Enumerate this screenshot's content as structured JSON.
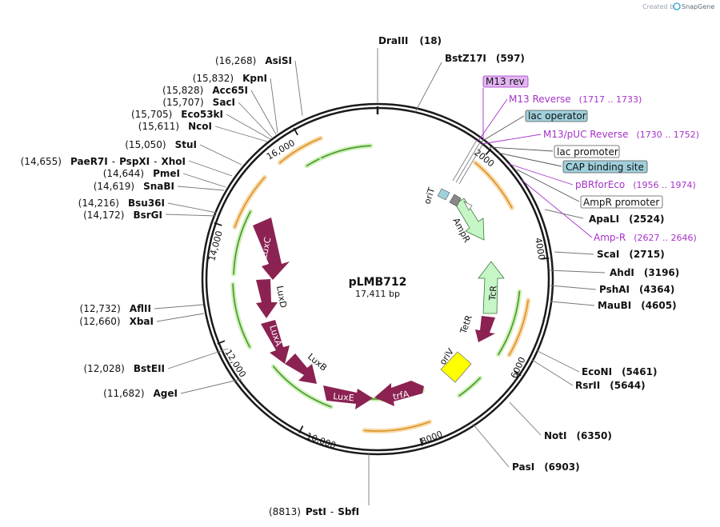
{
  "credit": {
    "prefix": "Created by",
    "brand": "SnapGene"
  },
  "plasmid": {
    "name": "pLMB712",
    "size": "17,411 bp"
  },
  "ticks": [
    "2000",
    "4000",
    "6000",
    "8000",
    "10,000",
    "12,000",
    "14,000",
    "16,000"
  ],
  "sites": {
    "draiii": {
      "name": "DraIII",
      "pos": "(18)"
    },
    "bstz17i": {
      "name": "BstZ17I",
      "pos": "(597)"
    },
    "apali": {
      "name": "ApaLI",
      "pos": "(2524)"
    },
    "scai": {
      "name": "ScaI",
      "pos": "(2715)"
    },
    "ahdi": {
      "name": "AhdI",
      "pos": "(3196)"
    },
    "pshai": {
      "name": "PshAI",
      "pos": "(4364)"
    },
    "maubi": {
      "name": "MauBI",
      "pos": "(4605)"
    },
    "econi": {
      "name": "EcoNI",
      "pos": "(5461)"
    },
    "rsrii": {
      "name": "RsrII",
      "pos": "(5644)"
    },
    "noti": {
      "name": "NotI",
      "pos": "(6350)"
    },
    "pasi": {
      "name": "PasI",
      "pos": "(6903)"
    },
    "psti": {
      "pos": "(8813)",
      "name": "PstI",
      "sep": "-",
      "name2": "SbfI"
    },
    "agei": {
      "pos": "(11,682)",
      "name": "AgeI"
    },
    "bsteii": {
      "pos": "(12,028)",
      "name": "BstEII"
    },
    "xbai": {
      "pos": "(12,660)",
      "name": "XbaI"
    },
    "aflii": {
      "pos": "(12,732)",
      "name": "AflII"
    },
    "bsrgi": {
      "pos": "(14,172)",
      "name": "BsrGI"
    },
    "bsu36i": {
      "pos": "(14,216)",
      "name": "Bsu36I"
    },
    "snabi": {
      "pos": "(14,619)",
      "name": "SnaBI"
    },
    "pmei": {
      "pos": "(14,644)",
      "name": "PmeI"
    },
    "paer7i": {
      "pos": "(14,655)",
      "name": "PaeR7I",
      "sep1": "-",
      "name2": "PspXI",
      "sep2": "-",
      "name3": "XhoI"
    },
    "stui": {
      "pos": "(15,050)",
      "name": "StuI"
    },
    "ncoi": {
      "pos": "(15,611)",
      "name": "NcoI"
    },
    "eco53ki": {
      "pos": "(15,705)",
      "name": "Eco53kI"
    },
    "saci": {
      "pos": "(15,707)",
      "name": "SacI"
    },
    "acc65i": {
      "pos": "(15,828)",
      "name": "Acc65I"
    },
    "kpni": {
      "pos": "(15,832)",
      "name": "KpnI"
    },
    "asisi": {
      "pos": "(16,268)",
      "name": "AsiSI"
    }
  },
  "features": {
    "m13rev_box": "M13 rev",
    "m13_reverse": {
      "name": "M13 Reverse",
      "range": "(1717 .. 1733)"
    },
    "lac_operator": "lac operator",
    "m13puc_reverse": {
      "name": "M13/pUC Reverse",
      "range": "(1730 .. 1752)"
    },
    "lac_promoter": "lac promoter",
    "cap_site": "CAP binding site",
    "pbrforeco": {
      "name": "pBRforEco",
      "range": "(1956 .. 1974)"
    },
    "ampr_promoter": "AmpR promoter",
    "amp_r": {
      "name": "Amp-R",
      "range": "(2627 .. 2646)"
    }
  },
  "genes": {
    "ampr": "AmpR",
    "orit": "oriT",
    "tcr": "TcR",
    "tetr": "TetR",
    "oriv": "oriV",
    "trfa": "trfA",
    "luxe": "LuxE",
    "luxb": "LuxB",
    "luxa": "LuxA",
    "luxd": "LuxD",
    "luxc": "LuxC"
  },
  "colors": {
    "backbone": "#1a1a1a",
    "gene_arrow": "#8b2252",
    "ampr_fill": "#c6f5c6",
    "oriv_fill": "#ffff00",
    "primer": "#a632c8",
    "orf_green": "#3d8b1e",
    "orf_orange": "#d98b18",
    "lac_operator_box": "#9fd0dc",
    "m13_box": "#e3b6f2"
  }
}
